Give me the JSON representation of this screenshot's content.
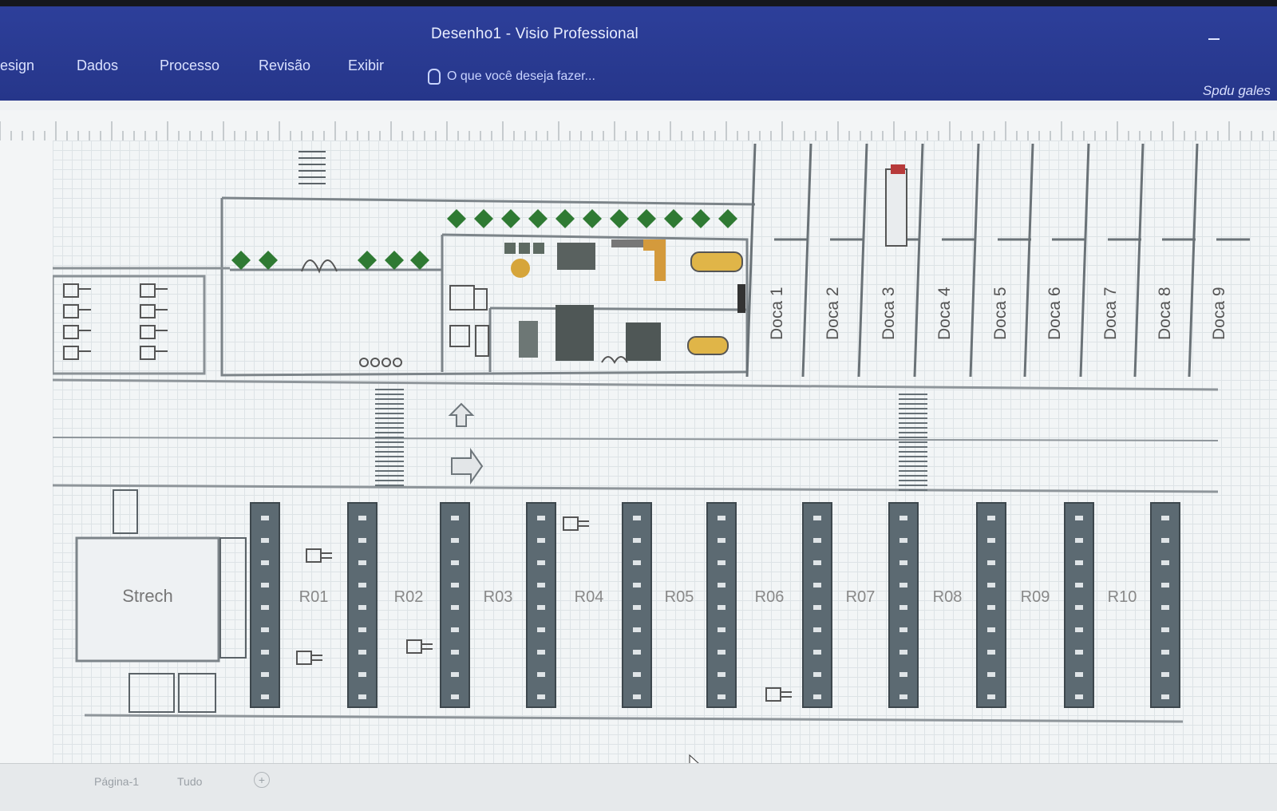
{
  "window": {
    "title": "Desenho1 - Visio Professional"
  },
  "ribbon": {
    "tabs": [
      "esign",
      "Dados",
      "Processo",
      "Revisão",
      "Exibir"
    ],
    "tell_me_placeholder": "O que você deseja fazer...",
    "user_name": "Spdu gales"
  },
  "diagram": {
    "dock_labels": [
      "Doca 1",
      "Doca 2",
      "Doca 3",
      "Doca 4",
      "Doca 5",
      "Doca 6",
      "Doca 7",
      "Doca 8",
      "Doca 9"
    ],
    "aisle_labels": [
      "R01",
      "R02",
      "R03",
      "R04",
      "R05",
      "R06",
      "R07",
      "R08",
      "R09",
      "R10"
    ],
    "stretch_label": "Strech"
  },
  "statusbar": {
    "page_tab": "Página-1",
    "all_tab": "Tudo",
    "add_page_symbol": "+"
  }
}
